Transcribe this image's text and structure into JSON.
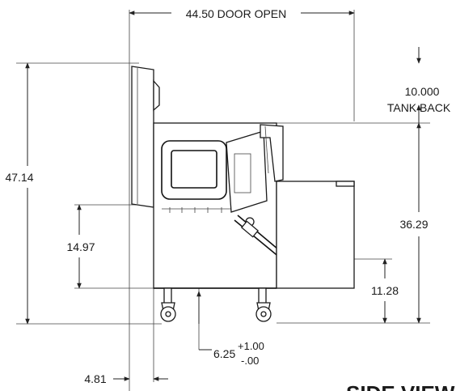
{
  "dimensions": {
    "door_open": "44.50 DOOR OPEN",
    "tank_back_value": "10.000",
    "tank_back_label": "TANK BACK",
    "overall_height": "47.14",
    "right_height": "36.29",
    "left_mid_height": "14.97",
    "right_low_height": "11.28",
    "caster_base": "6.25",
    "caster_tol_plus": "+1.00",
    "caster_tol_minus": "-.00",
    "front_offset": "4.81"
  },
  "view_title": "SIDE VIEW"
}
